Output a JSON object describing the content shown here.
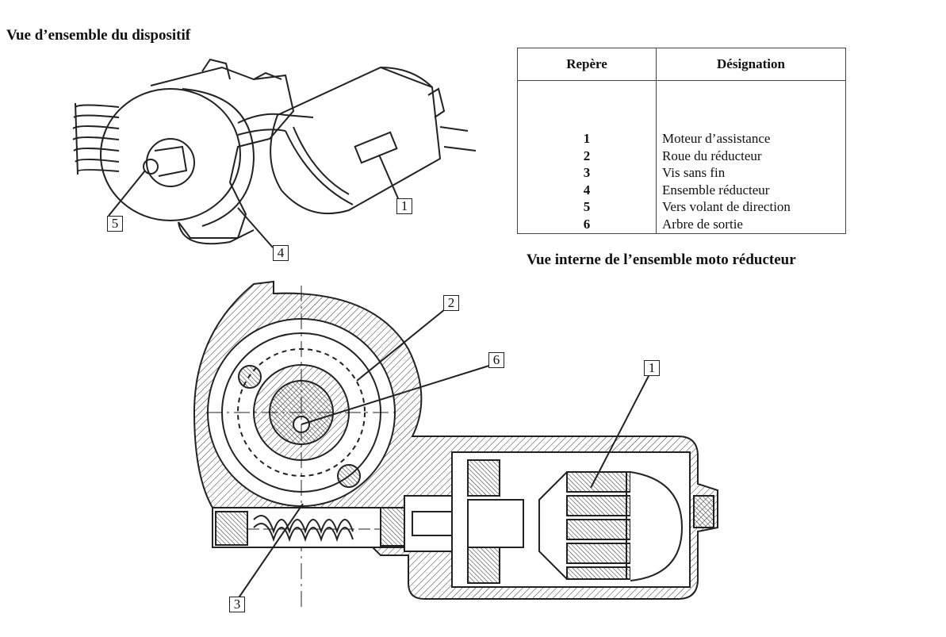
{
  "headings": {
    "overview": "Vue d’ensemble du dispositif",
    "internal": "Vue interne de l’ensemble moto réducteur"
  },
  "legend_table": {
    "header_repere": "Repère",
    "header_designation": "Désignation",
    "rows": [
      {
        "num": "1",
        "label": "Moteur d’assistance"
      },
      {
        "num": "2",
        "label": "Roue du réducteur"
      },
      {
        "num": "3",
        "label": "Vis sans fin"
      },
      {
        "num": "4",
        "label": "Ensemble réducteur"
      },
      {
        "num": "5",
        "label": "Vers volant de direction"
      },
      {
        "num": "6",
        "label": "Arbre de sortie"
      }
    ]
  },
  "callouts": {
    "top": [
      "1",
      "4",
      "5"
    ],
    "bottom": [
      "2",
      "6",
      "1",
      "3"
    ]
  }
}
